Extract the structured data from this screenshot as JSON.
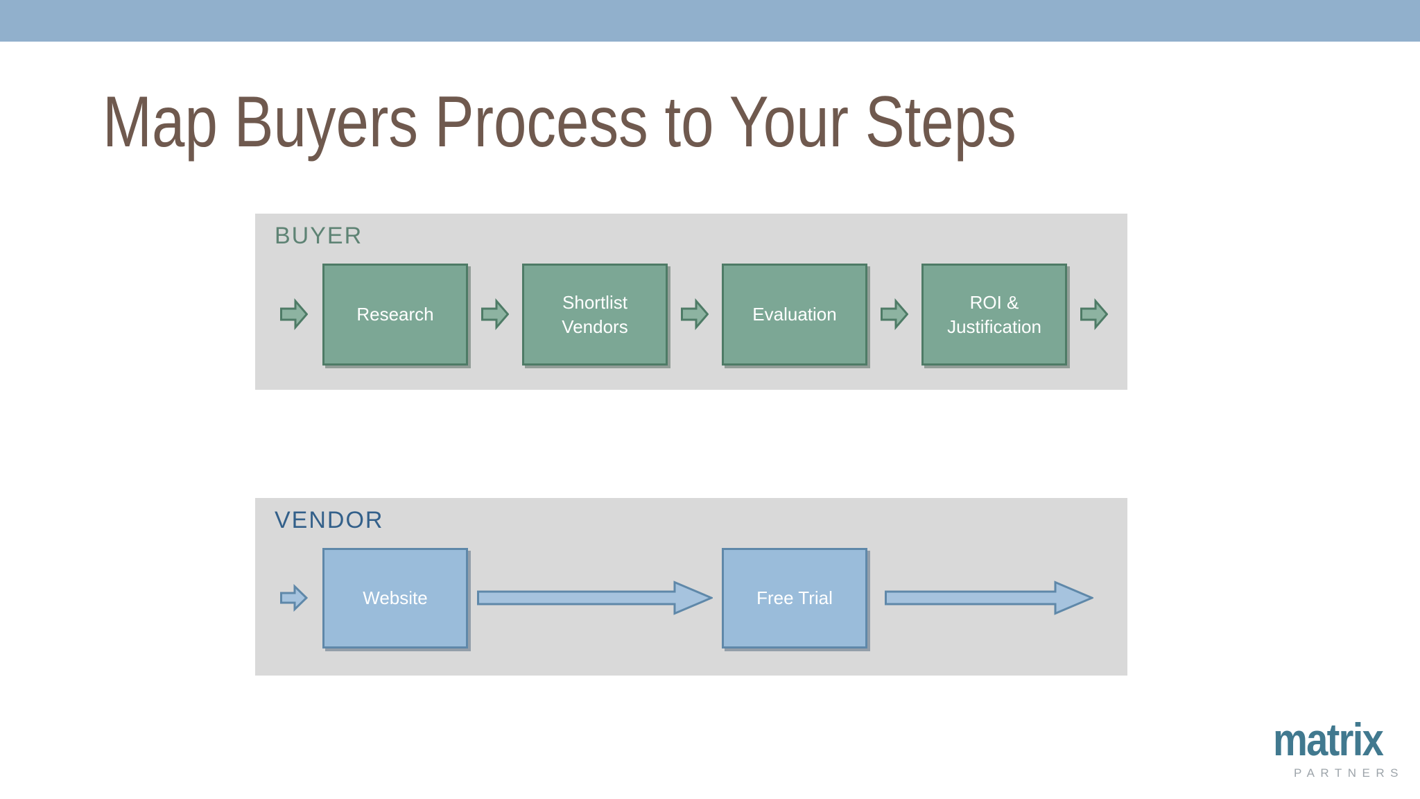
{
  "slide": {
    "title": "Map Buyers Process to Your Steps"
  },
  "buyer": {
    "label": "BUYER",
    "steps": [
      {
        "label": "Research"
      },
      {
        "label": "Shortlist Vendors"
      },
      {
        "label": "Evaluation"
      },
      {
        "label": "ROI & Justification"
      }
    ]
  },
  "vendor": {
    "label": "VENDOR",
    "steps": [
      {
        "label": "Website"
      },
      {
        "label": "Free Trial"
      }
    ]
  },
  "logo": {
    "name": "matrix",
    "tagline": "PARTNERS"
  },
  "colors": {
    "top_bar": "#91B0CC",
    "title_text": "#6F594E",
    "panel_background": "#D9D9D9",
    "buyer_label": "#5E8374",
    "vendor_label": "#33608A",
    "buyer_box_fill": "#7CA795",
    "buyer_box_border": "#4E7B66",
    "buyer_arrow_fill": "#8DB3A1",
    "vendor_box_fill": "#9ABCDA",
    "vendor_box_border": "#5F88A9",
    "vendor_arrow_fill": "#A6C3DE",
    "box_text": "#FFFFFF",
    "logo_name_color": "#41798F",
    "logo_tagline_color": "#9DA4AA"
  }
}
